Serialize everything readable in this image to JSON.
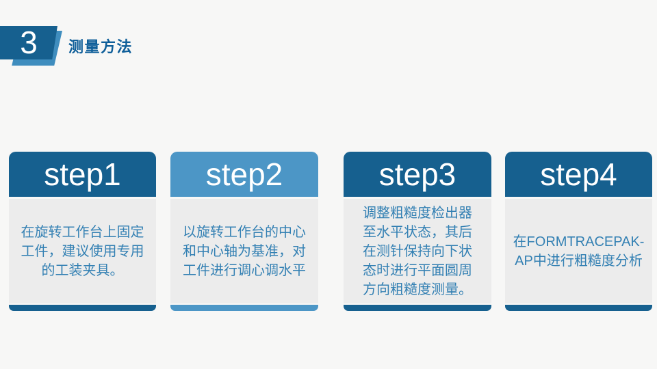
{
  "header": {
    "number": "3",
    "title": "测量方法"
  },
  "colors": {
    "primary_dark": "#16608f",
    "primary_light": "#4c96c6",
    "badge_light": "#3f8dbe",
    "card_body_bg": "#ececec",
    "page_bg": "#f7f7f6",
    "body_text": "#3380b3",
    "title_text": "#0e5e99"
  },
  "steps": [
    {
      "label": "step1",
      "variant": "dark",
      "body": "在旋转工作台上固定\n工件，建议使用专用\n的工装夹具。"
    },
    {
      "label": "step2",
      "variant": "light",
      "body": "以旋转工作台的中心\n和中心轴为基准，对\n工件进行调心调水平"
    },
    {
      "label": "step3",
      "variant": "dark",
      "body": "调整粗糙度检出器\n至水平状态，其后\n在测针保持向下状\n态时进行平面圆周\n方向粗糙度测量。"
    },
    {
      "label": "step4",
      "variant": "dark",
      "body": "在FORMTRACEPAK-\nAP中进行粗糙度分析"
    }
  ]
}
